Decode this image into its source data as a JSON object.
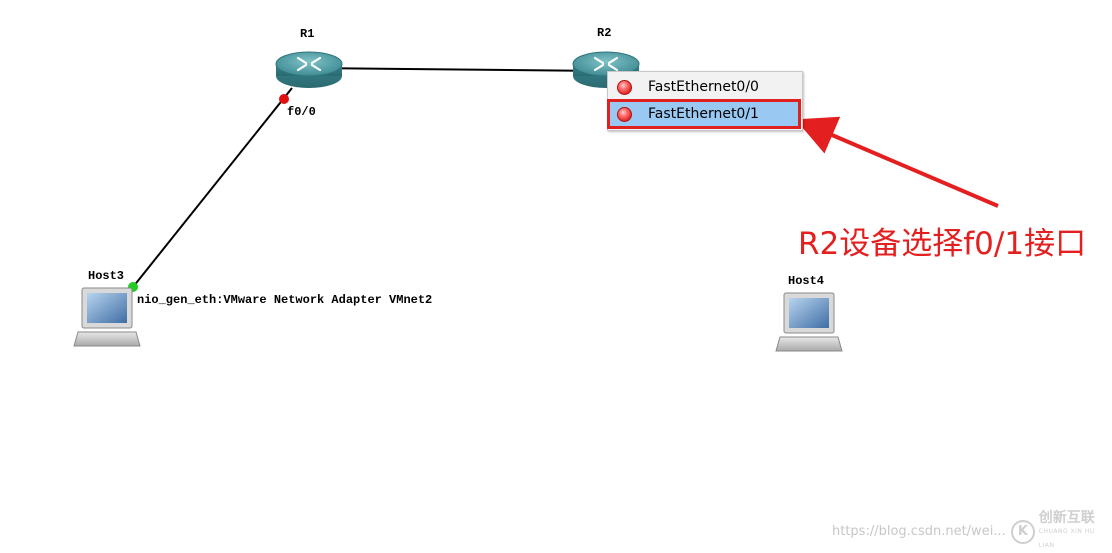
{
  "topology": {
    "routers": [
      {
        "id": "r1",
        "label": "R1"
      },
      {
        "id": "r2",
        "label": "R2"
      }
    ],
    "hosts": [
      {
        "id": "host3",
        "label": "Host3"
      },
      {
        "id": "host4",
        "label": "Host4"
      }
    ],
    "port_labels": {
      "r1_port": "f0/0",
      "host3_port": "nio_gen_eth:VMware Network Adapter VMnet2"
    },
    "link_colors": {
      "line": "#000000",
      "port_down": "#e01010",
      "port_up": "#22cc22"
    }
  },
  "context_menu": {
    "items": [
      {
        "label": "FastEthernet0/0",
        "selected": false
      },
      {
        "label": "FastEthernet0/1",
        "selected": true
      }
    ],
    "highlight_color": "#99c9f3",
    "outline_color": "#e0201e"
  },
  "annotation": {
    "text": "R2设备选择f0/1接口",
    "color": "#e41f1f"
  },
  "watermark": {
    "url": "https://blog.csdn.net/wei...",
    "logo_mark": "K",
    "logo_text": "创新互联",
    "logo_subtext": "CHUANG XIN HU LIAN"
  }
}
